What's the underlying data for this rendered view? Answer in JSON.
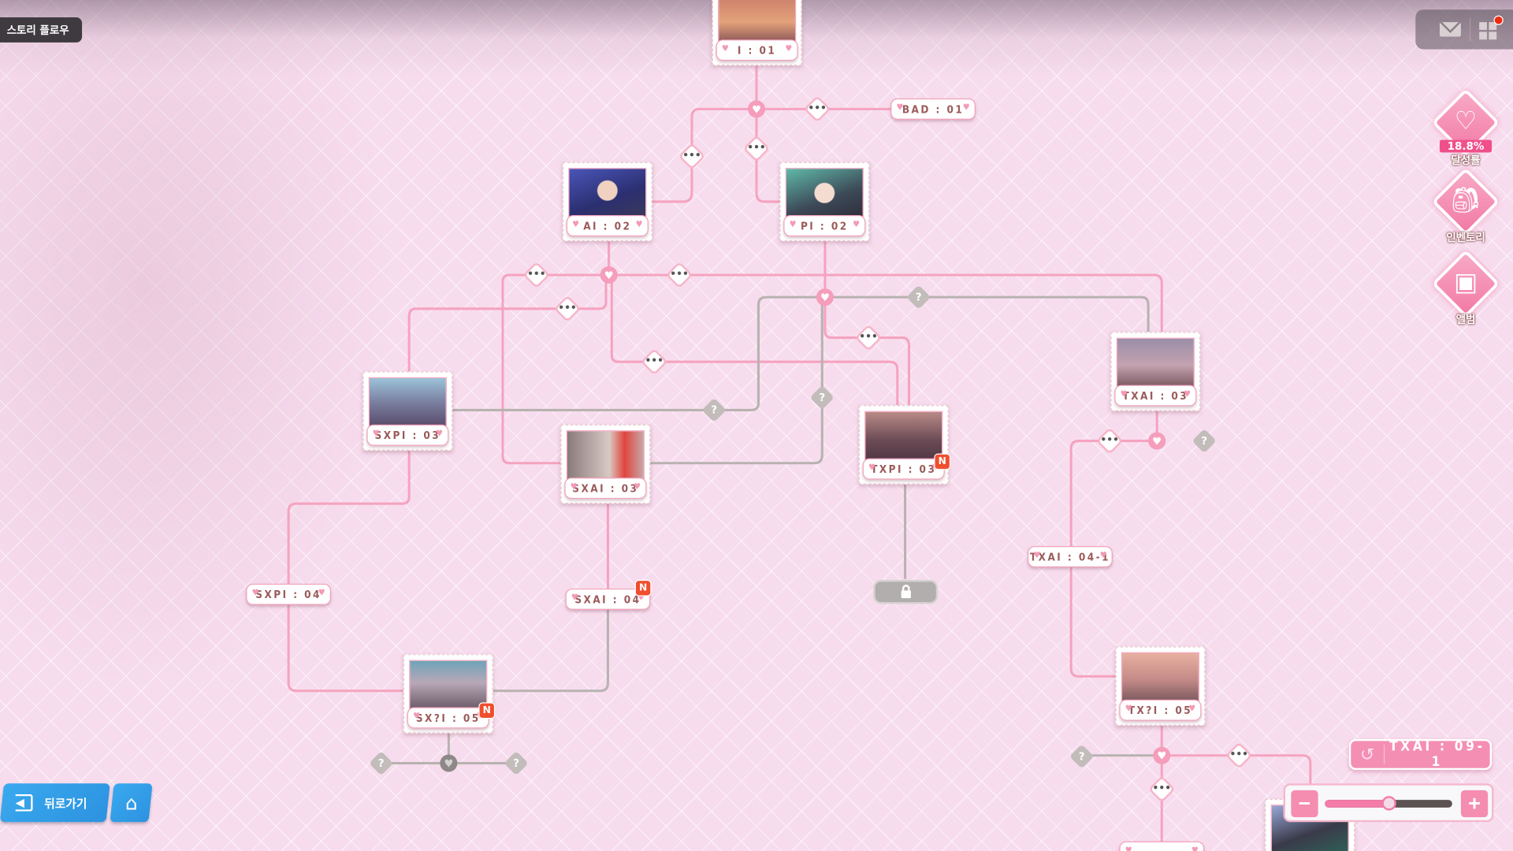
{
  "header": {
    "title": "스토리 플로우"
  },
  "top_right": {
    "mail_icon": "mail-icon",
    "menu_icon": "grid-menu-icon",
    "notification": true
  },
  "side_menu": [
    {
      "label": "달성률",
      "value": "18.8%",
      "icon": "heart-icon"
    },
    {
      "label": "인벤토리",
      "icon": "backpack-icon"
    },
    {
      "label": "앨범",
      "icon": "album-icon"
    }
  ],
  "nodes": {
    "i01": "I : 01",
    "bad01": "BAD : 01",
    "ai02": "AI : 02",
    "pi02": "PI : 02",
    "sxpi03": "SXPI : 03",
    "sxai03": "SXAI : 03",
    "txpi03": "TXPI : 03",
    "txai03": "TXAI : 03",
    "sxpi04": "SXPI : 04",
    "sxai04": "SXAI : 04",
    "txai041": "TXAI : 04-1",
    "sx05": "SX?I : 05",
    "tx05": "TX?I : 05"
  },
  "badges": {
    "new": "N",
    "dots": "•••",
    "unknown": "?",
    "heart": "♥"
  },
  "current": {
    "label": "TXAI : 09-1",
    "icon": "history-icon"
  },
  "zoom": {
    "level": 0.5,
    "minus": "−",
    "plus": "+"
  },
  "footer": {
    "back_label": "뒤로가기",
    "home_icon": "home-icon"
  },
  "colors": {
    "pink_line": "#f5a3bf",
    "grey_line": "#b8b2b0",
    "new_badge": "#f04e2e",
    "button_blue": "#2f9de8"
  }
}
